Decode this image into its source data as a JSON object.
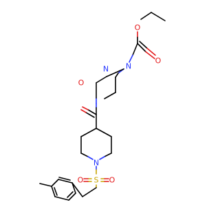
{
  "atoms": {
    "o_ester_carbonyl": {
      "label": "O",
      "color": "#e41a1c"
    },
    "o_ester_ether": {
      "label": "O",
      "color": "#e41a1c"
    },
    "o_amide": {
      "label": "O",
      "color": "#e41a1c"
    },
    "n_piperazine_top": {
      "label": "N",
      "color": "#2233ff"
    },
    "n_piperazine_bottom": {
      "label": "N",
      "color": "#2233ff"
    },
    "n_piperidine": {
      "label": "N",
      "color": "#2233ff"
    },
    "s_sulfonyl": {
      "label": "S",
      "color": "#c8a600"
    },
    "o_sulfonyl_left": {
      "label": "O",
      "color": "#e41a1c"
    },
    "o_sulfonyl_right": {
      "label": "O",
      "color": "#e41a1c"
    }
  }
}
